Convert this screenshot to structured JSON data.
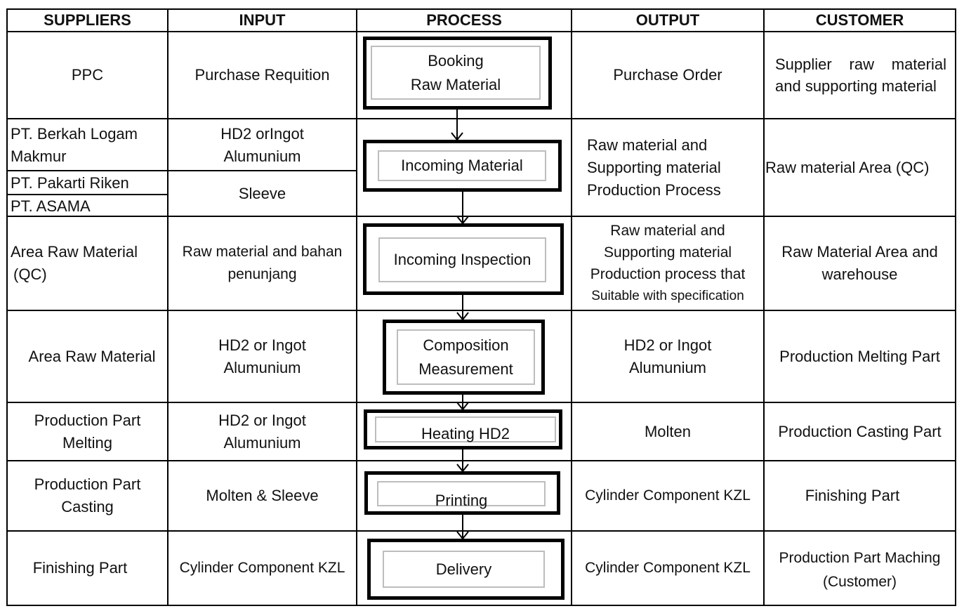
{
  "headers": {
    "suppliers": "SUPPLIERS",
    "input": "INPUT",
    "process": "PROCESS",
    "output": "OUTPUT",
    "customer": "CUSTOMER"
  },
  "rows": [
    {
      "suppliers": [
        "PPC"
      ],
      "input": [
        "Purchase Requition"
      ],
      "process": [
        "Booking",
        "Raw Material"
      ],
      "output": [
        "Purchase Order"
      ],
      "customer": [
        "Supplier raw material and supporting material"
      ]
    },
    {
      "suppliers_a": [
        "PT. Berkah Logam",
        "Makmur"
      ],
      "suppliers_b": [
        "PT. Pakarti Riken"
      ],
      "suppliers_c": [
        "PT. ASAMA"
      ],
      "input_a": [
        "HD2 orIngot",
        "Alumunium"
      ],
      "input_b": [
        "Sleeve"
      ],
      "process": [
        "Incoming Material"
      ],
      "output": [
        "Raw material and",
        "Supporting material",
        "Production Process"
      ],
      "customer": [
        "Raw material Area (QC)"
      ]
    },
    {
      "suppliers": [
        "Area Raw Material",
        "(QC)"
      ],
      "input": [
        "Raw material and bahan",
        "penunjang"
      ],
      "process": [
        "Incoming Inspection"
      ],
      "output": [
        "Raw material and",
        "Supporting material",
        "Production process that",
        "Suitable with specification"
      ],
      "customer": [
        "Raw Material Area and",
        "warehouse"
      ]
    },
    {
      "suppliers": [
        "Area Raw Material"
      ],
      "input": [
        "HD2 or Ingot",
        "Alumunium"
      ],
      "process": [
        "Composition",
        "Measurement"
      ],
      "output": [
        "HD2 or Ingot",
        "Alumunium"
      ],
      "customer": [
        "Production Melting Part"
      ]
    },
    {
      "suppliers": [
        "Production Part",
        "Melting"
      ],
      "input": [
        "HD2 or Ingot",
        "Alumunium"
      ],
      "process": [
        "Heating HD2"
      ],
      "output": [
        "Molten"
      ],
      "customer": [
        "Production Casting Part"
      ]
    },
    {
      "suppliers": [
        "Production Part",
        "Casting"
      ],
      "input": [
        "Molten & Sleeve"
      ],
      "process": [
        "Printing"
      ],
      "output": [
        "Cylinder Component KZL"
      ],
      "customer": [
        "Finishing Part"
      ]
    },
    {
      "suppliers": [
        "Finishing Part"
      ],
      "input": [
        "Cylinder Component KZL"
      ],
      "process": [
        "Delivery"
      ],
      "output": [
        "Cylinder Component KZL"
      ],
      "customer": [
        "Production Part Maching",
        "(Customer)"
      ]
    }
  ]
}
